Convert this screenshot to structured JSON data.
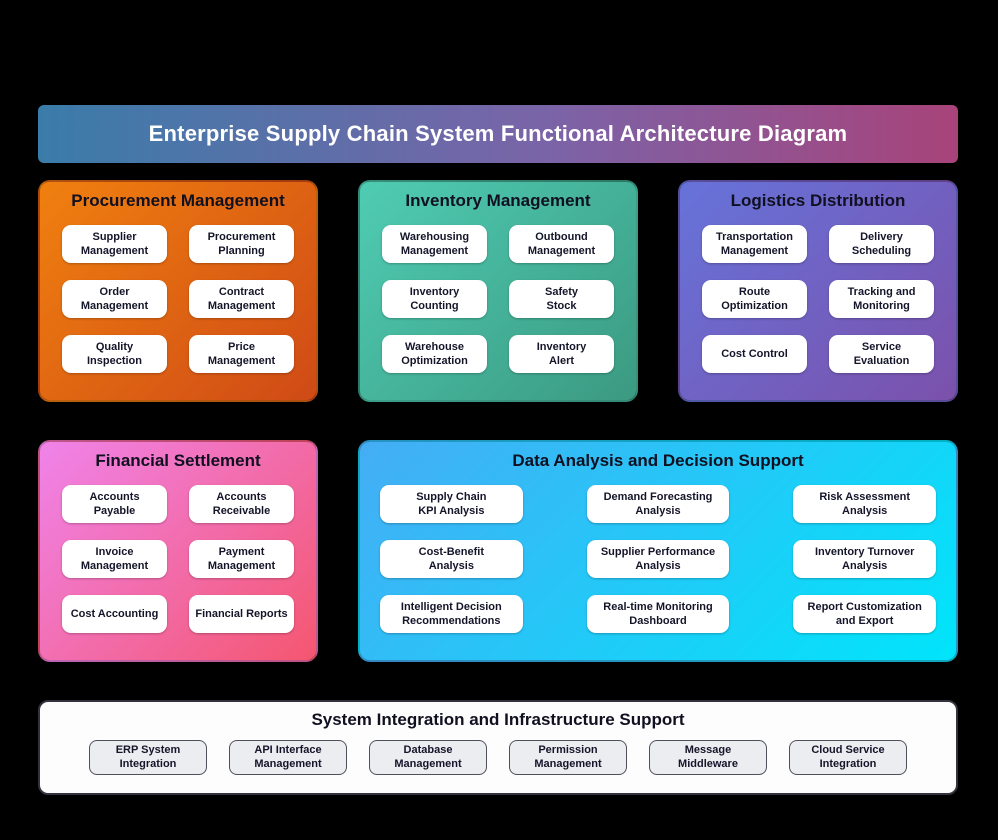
{
  "header": {
    "title": "Enterprise Supply Chain System Functional Architecture Diagram",
    "colors": {
      "gradient_start": "#3a7ca9",
      "gradient_mid": "#7a64a8",
      "gradient_end": "#a8437a",
      "text": "#ffffff"
    }
  },
  "panels": {
    "procurement": {
      "title": "Procurement Management",
      "colors": {
        "gradient_start": "#f0800f",
        "gradient_end": "#cf4a16"
      },
      "items": [
        "Supplier\nManagement",
        "Procurement\nPlanning",
        "Order\nManagement",
        "Contract\nManagement",
        "Quality\nInspection",
        "Price\nManagement"
      ]
    },
    "inventory": {
      "title": "Inventory Management",
      "colors": {
        "gradient_start": "#4fccb3",
        "gradient_end": "#3b9a81"
      },
      "items": [
        "Warehousing\nManagement",
        "Outbound\nManagement",
        "Inventory\nCounting",
        "Safety\nStock",
        "Warehouse\nOptimization",
        "Inventory\nAlert"
      ]
    },
    "logistics": {
      "title": "Logistics Distribution",
      "colors": {
        "gradient_start": "#6673da",
        "gradient_end": "#7b51ab"
      },
      "items": [
        "Transportation\nManagement",
        "Delivery\nScheduling",
        "Route\nOptimization",
        "Tracking and\nMonitoring",
        "Cost Control",
        "Service Evaluation"
      ]
    },
    "financial": {
      "title": "Financial Settlement",
      "colors": {
        "gradient_start": "#f083ea",
        "gradient_end": "#f4566f"
      },
      "items": [
        "Accounts\nPayable",
        "Accounts\nReceivable",
        "Invoice\nManagement",
        "Payment\nManagement",
        "Cost Accounting",
        "Financial Reports"
      ]
    },
    "data_analysis": {
      "title": "Data Analysis and Decision Support",
      "colors": {
        "gradient_start": "#45adf5",
        "gradient_end": "#00e5fa"
      },
      "items": [
        "Supply Chain\nKPI Analysis",
        "Demand Forecasting\nAnalysis",
        "Risk Assessment\nAnalysis",
        "Cost-Benefit\nAnalysis",
        "Supplier Performance\nAnalysis",
        "Inventory Turnover\nAnalysis",
        "Intelligent Decision\nRecommendations",
        "Real-time Monitoring\nDashboard",
        "Report Customization\nand Export"
      ]
    },
    "integration": {
      "title": "System Integration and Infrastructure Support",
      "colors": {
        "background": "#fdfdfe",
        "item_background": "#ebedf0",
        "border": "#33333d"
      },
      "items": [
        "ERP System\nIntegration",
        "API Interface\nManagement",
        "Database\nManagement",
        "Permission\nManagement",
        "Message\nMiddleware",
        "Cloud Service\nIntegration"
      ]
    }
  }
}
